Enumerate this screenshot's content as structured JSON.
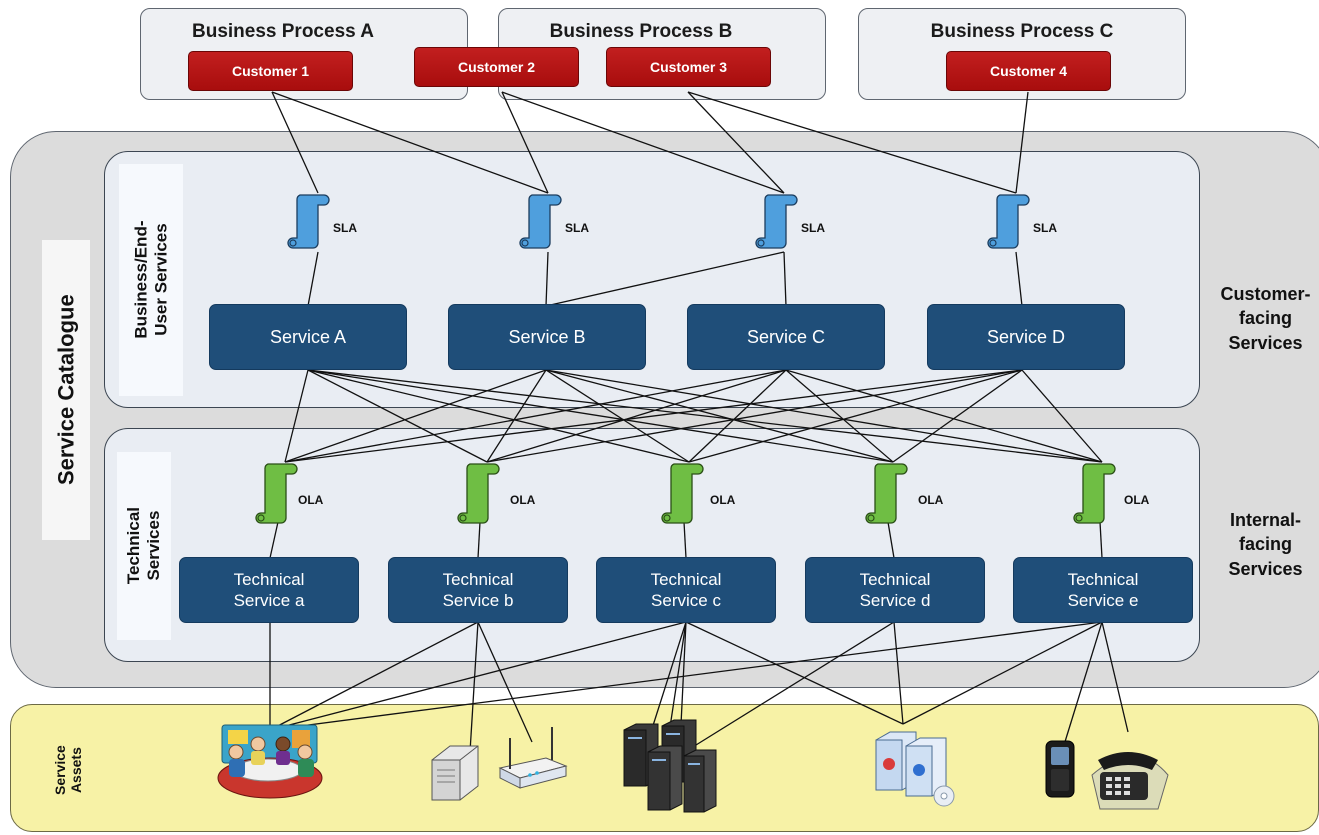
{
  "business_processes": [
    {
      "title": "Business Process A"
    },
    {
      "title": "Business Process B"
    },
    {
      "title": "Business Process C"
    }
  ],
  "customers": [
    "Customer 1",
    "Customer 2",
    "Customer 3",
    "Customer 4"
  ],
  "catalogue_label": "Service Catalogue",
  "layers": {
    "business": "Business/End-User Services",
    "technical": "Technical Services",
    "assets": "Service Assets"
  },
  "business_services": [
    "Service A",
    "Service B",
    "Service C",
    "Service D"
  ],
  "technical_services": [
    {
      "line1": "Technical",
      "line2": "Service a"
    },
    {
      "line1": "Technical",
      "line2": "Service b"
    },
    {
      "line1": "Technical",
      "line2": "Service c"
    },
    {
      "line1": "Technical",
      "line2": "Service d"
    },
    {
      "line1": "Technical",
      "line2": "Service e"
    }
  ],
  "sla_label": "SLA",
  "ola_label": "OLA",
  "side_labels": {
    "customer_facing": [
      "Customer-",
      "facing",
      "Services"
    ],
    "internal_facing": [
      "Internal-",
      "facing",
      "Services"
    ]
  },
  "colors": {
    "customer": "#b51616",
    "service": "#1f4e79",
    "sla_scroll": "#4f9fdd",
    "ola_scroll": "#6fbe44",
    "assets_band": "#f7f2a6"
  },
  "asset_icons": [
    "meeting-people-icon",
    "network-router-icon",
    "server-rack-icon",
    "software-box-icon",
    "phone-icon"
  ]
}
